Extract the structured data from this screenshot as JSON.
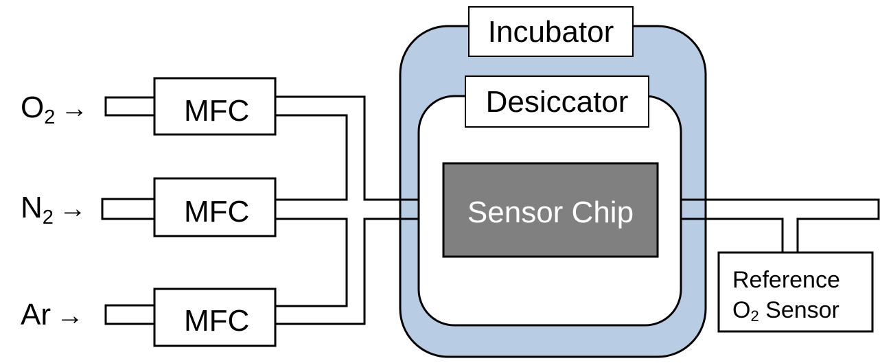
{
  "inputs": [
    {
      "gas": "O",
      "sub": "2",
      "arrow": "→"
    },
    {
      "gas": "N",
      "sub": "2",
      "arrow": "→"
    },
    {
      "gas": "Ar",
      "sub": "",
      "arrow": "→"
    }
  ],
  "mfc_label": "MFC",
  "incubator": {
    "label": "Incubator",
    "color": "#b8cce4"
  },
  "desiccator": {
    "label": "Desiccator"
  },
  "sensor_chip": {
    "label": "Sensor Chip",
    "color": "#808080"
  },
  "reference_sensor": {
    "line1": "Reference",
    "line2_prefix": "O",
    "line2_sub": "2",
    "line2_suffix": " Sensor"
  }
}
